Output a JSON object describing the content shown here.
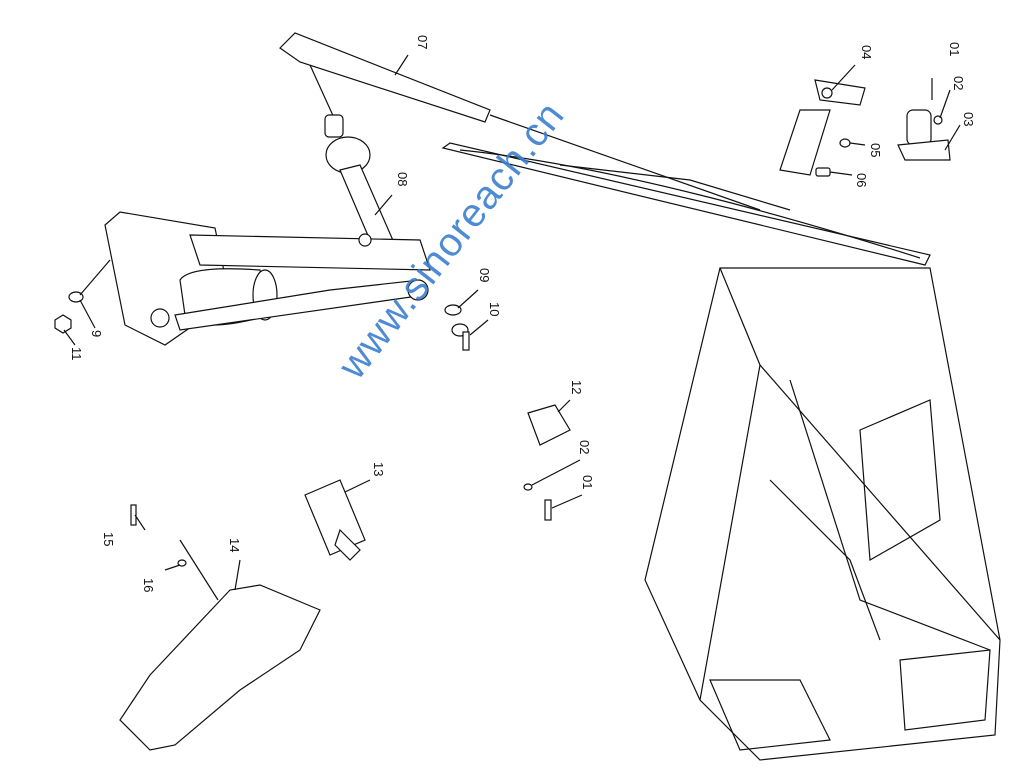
{
  "labels": {
    "p07": "07",
    "p04": "04",
    "p01a": "01",
    "p02a": "02",
    "p03": "03",
    "p05": "05",
    "p06": "06",
    "p08": "08",
    "p09": "09",
    "p10": "10",
    "p9": "9",
    "p11": "11",
    "p12": "12",
    "p02b": "02",
    "p01b": "01",
    "p13": "13",
    "p14": "14",
    "p15": "15",
    "p16": "16"
  },
  "watermark": "www.sinoreach.cn"
}
